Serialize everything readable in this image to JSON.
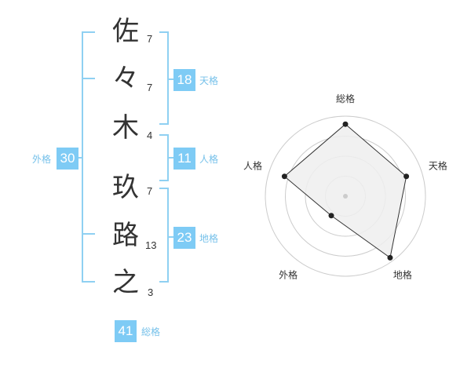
{
  "name": {
    "characters": [
      {
        "char": "佐",
        "strokes": "7"
      },
      {
        "char": "々",
        "strokes": "7"
      },
      {
        "char": "木",
        "strokes": "4"
      },
      {
        "char": "玖",
        "strokes": "7"
      },
      {
        "char": "路",
        "strokes": "13"
      },
      {
        "char": "之",
        "strokes": "3"
      }
    ]
  },
  "fortunes": {
    "tenkaku": {
      "value": "18",
      "label": "天格"
    },
    "jinkaku": {
      "value": "11",
      "label": "人格"
    },
    "chikaku": {
      "value": "23",
      "label": "地格"
    },
    "gaikaku": {
      "value": "30",
      "label": "外格"
    },
    "soukaku": {
      "value": "41",
      "label": "総格"
    }
  },
  "colors": {
    "accent": "#7ecbf5",
    "accent_text": "#76c1ea",
    "bracket": "#8fd0f2",
    "radar_fill": "#eeeeee",
    "radar_line": "#333333",
    "grid": "#cccccc"
  },
  "chart_data": {
    "type": "radar",
    "axes": [
      "総格",
      "天格",
      "地格",
      "外格",
      "人格"
    ],
    "values": [
      0.9,
      0.8,
      0.95,
      0.3,
      0.8
    ],
    "range": [
      0,
      1
    ],
    "rings": 4
  }
}
